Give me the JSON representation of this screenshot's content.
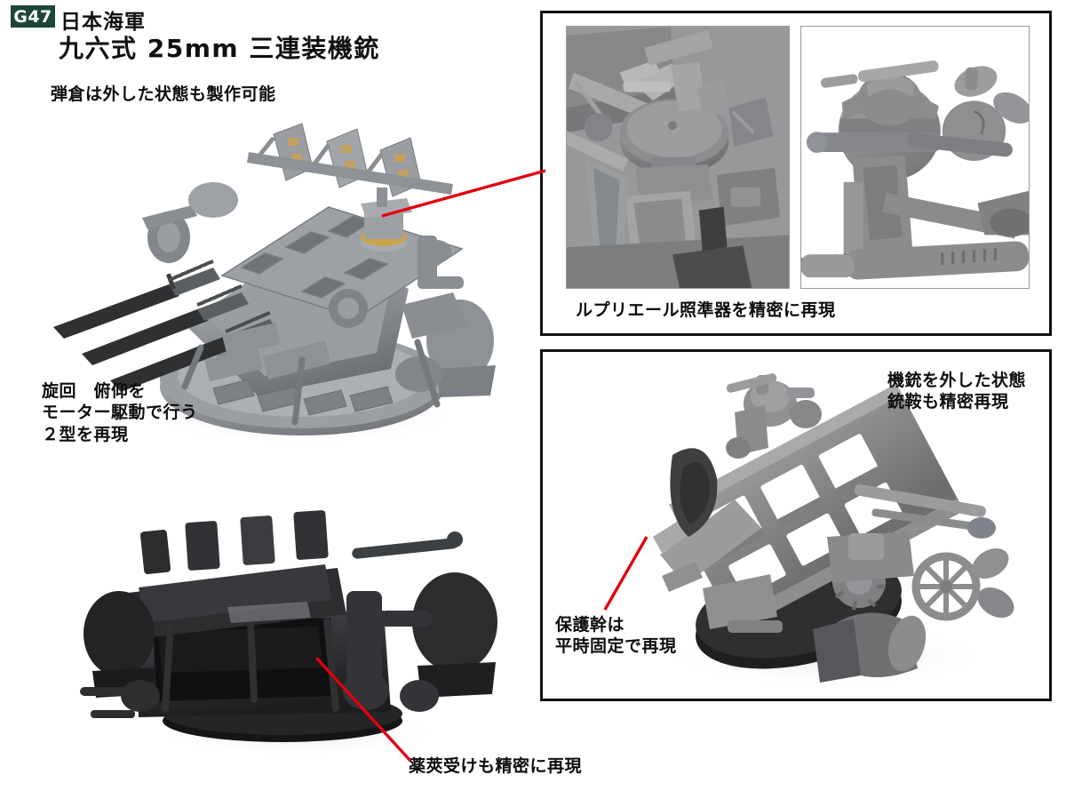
{
  "header": {
    "badge": "G47",
    "subtitle": "日本海軍",
    "title": "九六式 25mm 三連装機銃",
    "badge_color": "#1d4636"
  },
  "annotations": {
    "magazine_removable": "弾倉は外した状態も製作可能",
    "motor_driven": "旋回　俯仰を\nモーター駆動で行う\n２型を再現",
    "shell_catcher": "薬莢受けも精密に再現",
    "sight_caption": "ルプリエール照準器を精密に再現",
    "gun_removed": "機銃を外した状態\n銃鞍も精密再現",
    "guard_rail": "保護幹は\n平時固定で再現"
  },
  "panels": [
    {
      "id": "sight-detail-panel",
      "caption": "ルプリエール照準器を精密に再現",
      "photos": [
        "sight-closeup-left-photo",
        "sight-closeup-right-photo"
      ]
    },
    {
      "id": "gun-removed-panel",
      "caption": "機銃を外した状態 銃鞍も精密再現",
      "photos": [
        "mount-without-guns-photo"
      ]
    }
  ],
  "photos": {
    "main_model": "triple-25mm-gun-mount-gray-photo",
    "black_model": "triple-25mm-gun-mount-black-photo",
    "sight_left": "leprieur-sight-closeup-photo",
    "sight_right": "leprieur-sight-side-photo",
    "mount_only": "gun-saddle-mount-photo"
  },
  "colors": {
    "leader_line": "#e2000f",
    "panel_border": "#111111",
    "text": "#0d0d0d",
    "model_gray": "#8c8f93",
    "model_black": "#2b2b2d"
  }
}
